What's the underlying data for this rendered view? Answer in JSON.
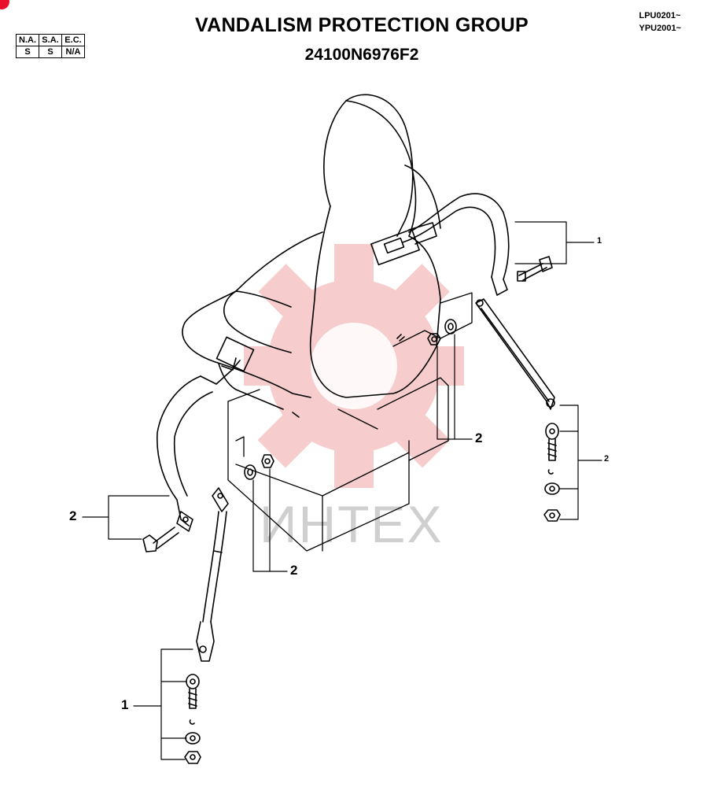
{
  "header": {
    "title": "VANDALISM PROTECTION GROUP",
    "part_number": "24100N6976F2",
    "serial_1": "LPU0201~",
    "serial_2": "YPU2001~"
  },
  "availability_table": {
    "headers": [
      "N.A.",
      "S.A.",
      "E.C."
    ],
    "values": [
      "S",
      "S",
      "N/A"
    ]
  },
  "watermark": {
    "text": "ИНТЕХ",
    "color": "#f2b8b8"
  },
  "callouts": {
    "right_belt": "1",
    "right_hardware": "2",
    "center_nuts_right": "2",
    "left_bolt": "2",
    "center_nuts_left": "2",
    "left_anchor": "1"
  },
  "colors": {
    "brand_red": "#e8102a",
    "line": "#000000"
  }
}
